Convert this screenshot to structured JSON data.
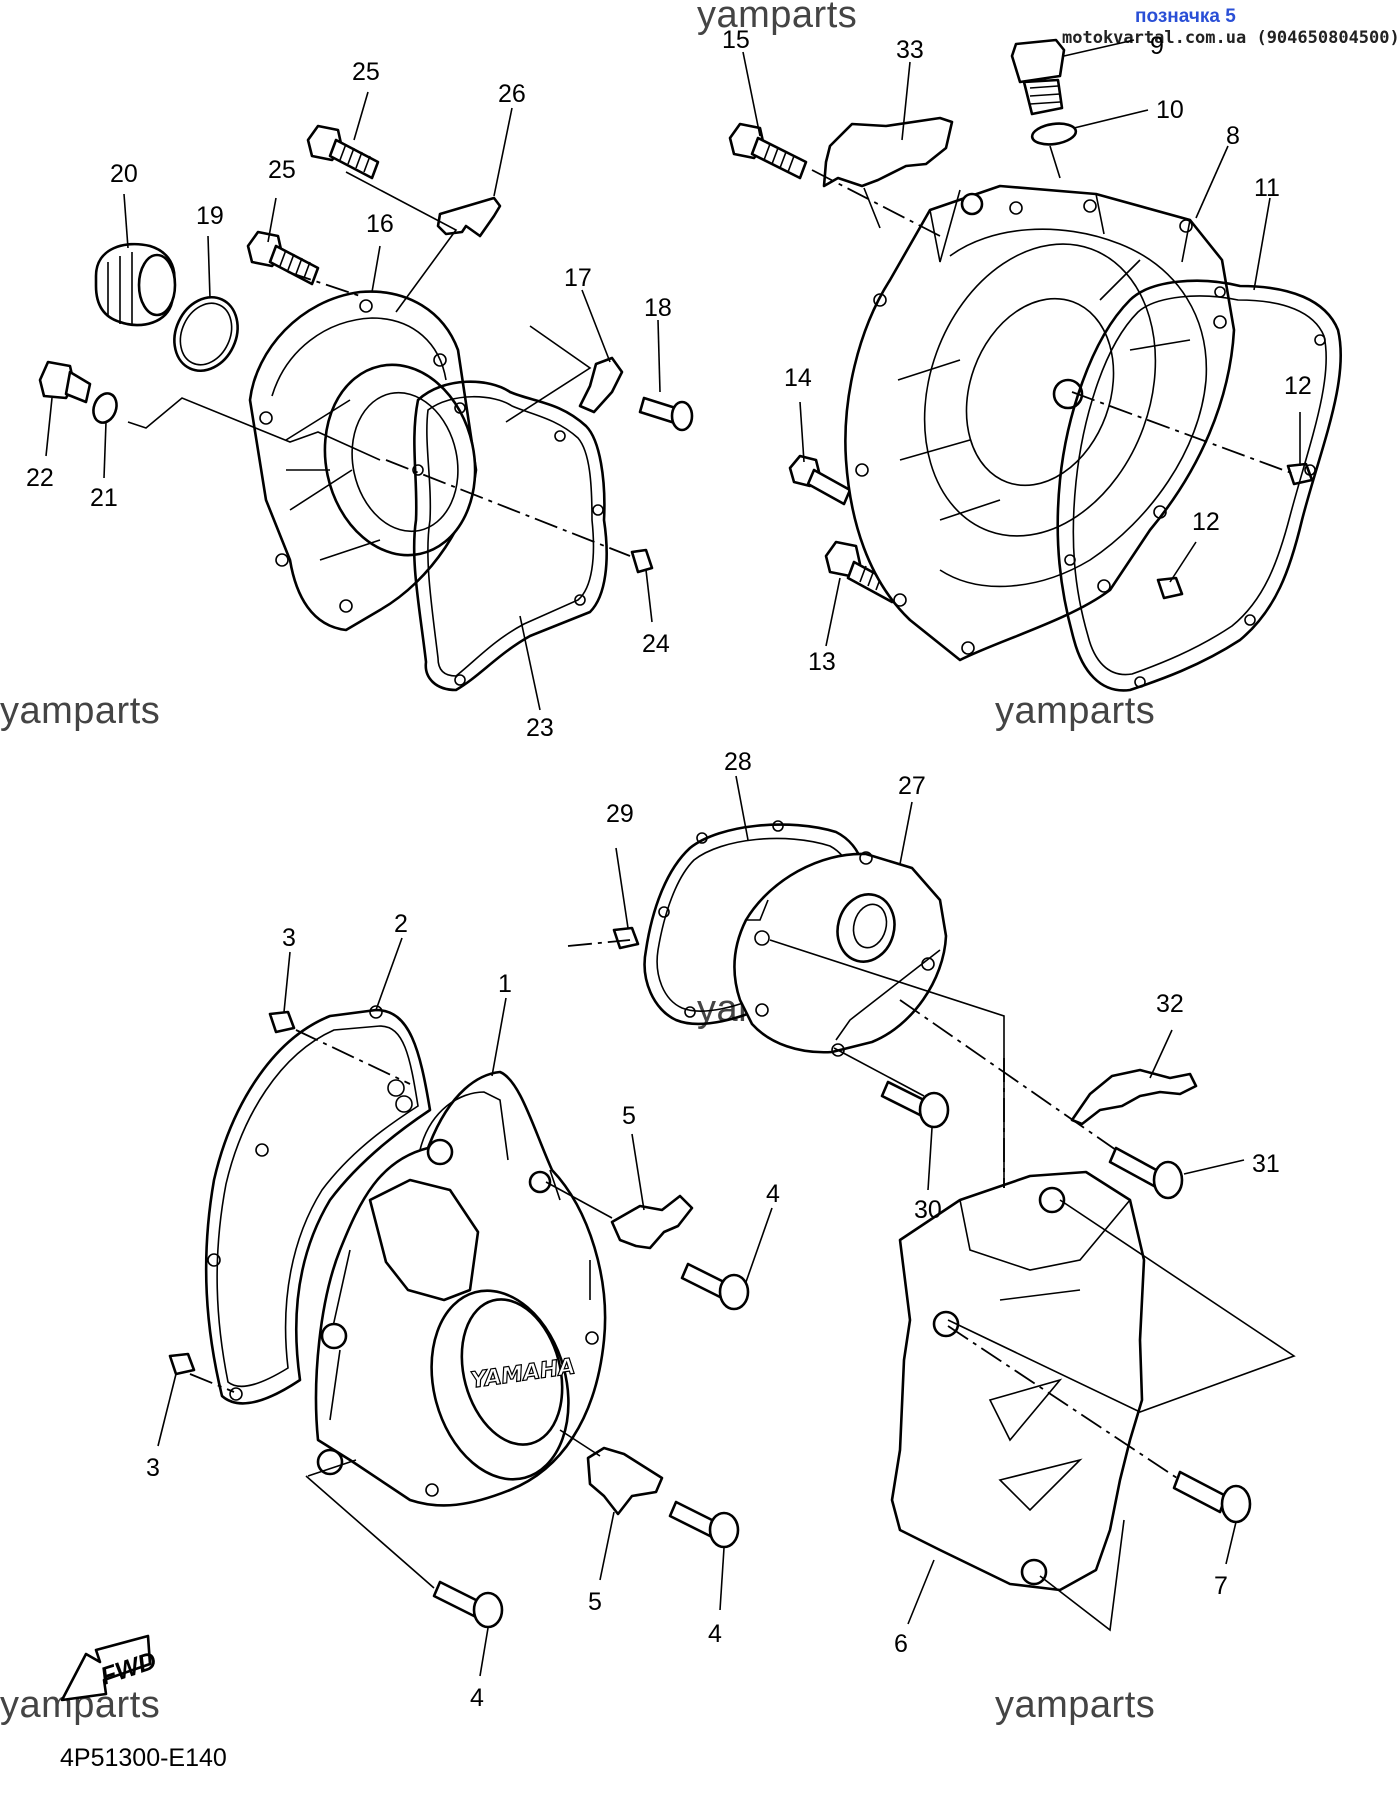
{
  "header": {
    "badge": "позначка 5",
    "site": "motokvartal.com.ua (904650804500)"
  },
  "watermarks": [
    "yamparts",
    "yamparts",
    "yamparts",
    "yamparts",
    "yamparts",
    "yamparts"
  ],
  "diagram_code": "4P51300-E140",
  "emblem_text": "YAMAHA",
  "fwd_text": "FWD",
  "callouts": [
    "15",
    "33",
    "9",
    "10",
    "8",
    "11",
    "12",
    "12",
    "14",
    "13",
    "25",
    "26",
    "25",
    "20",
    "19",
    "16",
    "17",
    "18",
    "22",
    "21",
    "24",
    "23",
    "29",
    "28",
    "27",
    "3",
    "2",
    "1",
    "32",
    "5",
    "4",
    "31",
    "30",
    "3",
    "7",
    "5",
    "4",
    "6",
    "4"
  ]
}
